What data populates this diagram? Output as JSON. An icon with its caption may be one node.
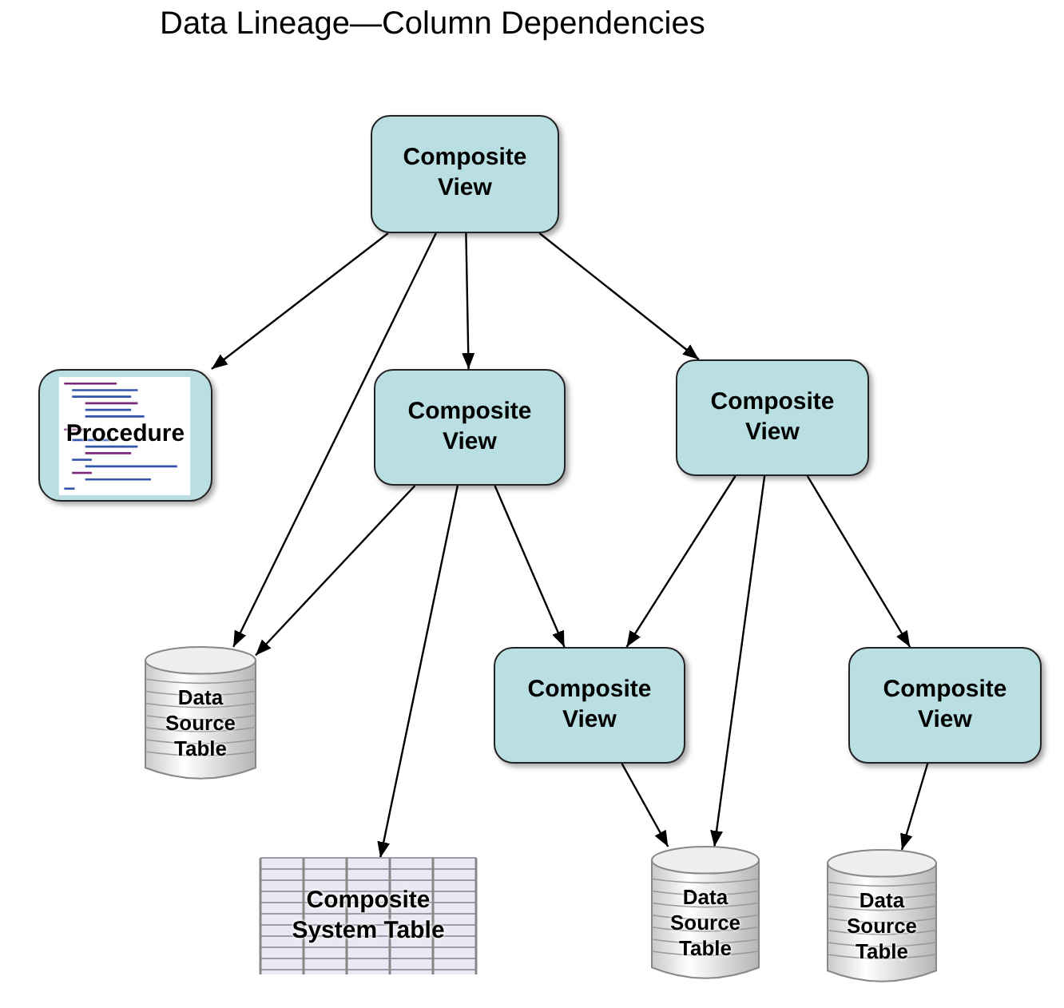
{
  "diagram": {
    "title": "Data Lineage—Column Dependencies",
    "nodes": [
      {
        "text": [
          "Composite View"
        ]
      },
      {
        "text": [
          "Procedure"
        ]
      },
      {
        "text": [
          "Composite View"
        ]
      },
      {
        "text": [
          "Composite View"
        ]
      },
      {
        "text": [
          "Data Source Table"
        ]
      },
      {
        "text": [
          "Composite View"
        ]
      },
      {
        "text": [
          "Composite View"
        ]
      },
      {
        "text": [
          "Composite System Table"
        ]
      },
      {
        "text": [
          "Data Source Table"
        ]
      },
      {
        "text": [
          "Data Source Table"
        ]
      }
    ],
    "edges": [
      {
        "from": 0,
        "to": 1,
        "arrow": "to"
      },
      {
        "from": 0,
        "to": 4,
        "arrow": "to"
      },
      {
        "from": 0,
        "to": 2,
        "arrow": "to"
      },
      {
        "from": 0,
        "to": 3,
        "arrow": "to"
      },
      {
        "from": 2,
        "to": 4,
        "arrow": "to"
      },
      {
        "from": 2,
        "to": 7,
        "arrow": "to"
      },
      {
        "from": 2,
        "to": 5,
        "arrow": "to"
      },
      {
        "from": 3,
        "to": 5,
        "arrow": "to"
      },
      {
        "from": 3,
        "to": 8,
        "arrow": "to"
      },
      {
        "from": 3,
        "to": 6,
        "arrow": "to"
      },
      {
        "from": 5,
        "to": 8,
        "arrow": "to"
      },
      {
        "from": 6,
        "to": 9,
        "arrow": "to"
      }
    ]
  }
}
